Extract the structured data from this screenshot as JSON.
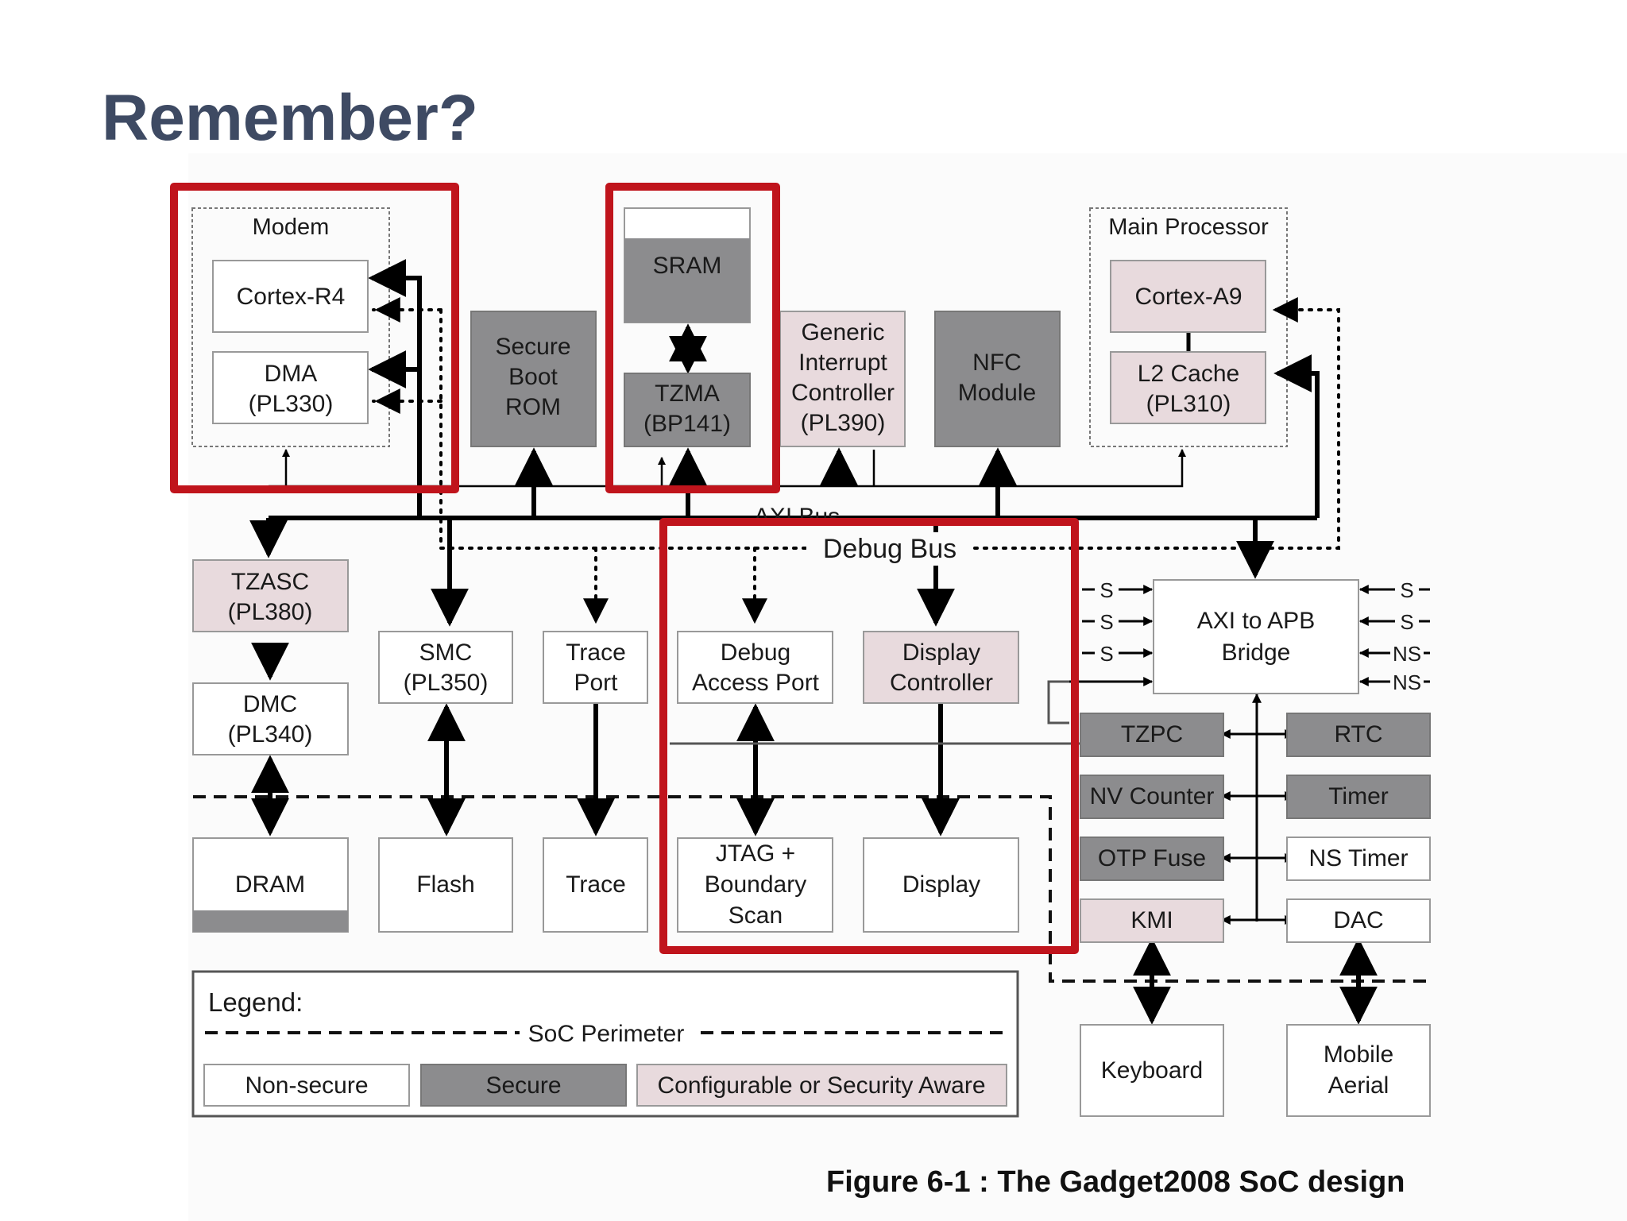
{
  "slide": {
    "title": "Remember?"
  },
  "colors": {
    "non_secure": "#ffffff",
    "secure": "#8c8c8e",
    "configurable": "#e8dadd",
    "highlight": "#c0141c",
    "title": "#3e4a63"
  },
  "diagram": {
    "groups": {
      "modem": "Modem",
      "main_processor": "Main Processor"
    },
    "blocks": {
      "cortex_r4": [
        "Cortex-R4"
      ],
      "dma": [
        "DMA",
        "(PL330)"
      ],
      "secure_boot_rom": [
        "Secure",
        "Boot",
        "ROM"
      ],
      "sram": [
        "SRAM"
      ],
      "tzma": [
        "TZMA",
        "(BP141)"
      ],
      "gic": [
        "Generic",
        "Interrupt",
        "Controller",
        "(PL390)"
      ],
      "nfc": [
        "NFC",
        "Module"
      ],
      "cortex_a9": [
        "Cortex-A9"
      ],
      "l2_cache": [
        "L2 Cache",
        "(PL310)"
      ],
      "tzasc": [
        "TZASC",
        "(PL380)"
      ],
      "dmc": [
        "DMC",
        "(PL340)"
      ],
      "smc": [
        "SMC",
        "(PL350)"
      ],
      "trace_port": [
        "Trace",
        "Port"
      ],
      "debug_access_port": [
        "Debug",
        "Access Port"
      ],
      "display_controller": [
        "Display",
        "Controller"
      ],
      "axi_apb_bridge": [
        "AXI to APB",
        "Bridge"
      ],
      "tzpc": [
        "TZPC"
      ],
      "rtc": [
        "RTC"
      ],
      "nv_counter": [
        "NV Counter"
      ],
      "timer": [
        "Timer"
      ],
      "otp_fuse": [
        "OTP Fuse"
      ],
      "ns_timer": [
        "NS Timer"
      ],
      "kmi": [
        "KMI"
      ],
      "dac": [
        "DAC"
      ],
      "dram": [
        "DRAM"
      ],
      "flash": [
        "Flash"
      ],
      "trace": [
        "Trace"
      ],
      "jtag": [
        "JTAG +",
        "Boundary",
        "Scan"
      ],
      "display": [
        "Display"
      ],
      "keyboard": [
        "Keyboard"
      ],
      "mobile_aerial": [
        "Mobile",
        "Aerial"
      ]
    },
    "buses": {
      "axi": "AXI Bus",
      "debug": "Debug Bus"
    },
    "bridge_ports": {
      "left": [
        "S",
        "S",
        "S"
      ],
      "right": [
        "S",
        "S",
        "NS",
        "NS"
      ]
    },
    "legend": {
      "title": "Legend:",
      "perimeter": "SoC Perimeter",
      "non_secure": "Non-secure",
      "secure": "Secure",
      "configurable": "Configurable or Security Aware"
    },
    "caption": "Figure 6-1 : The Gadget2008 SoC design"
  }
}
